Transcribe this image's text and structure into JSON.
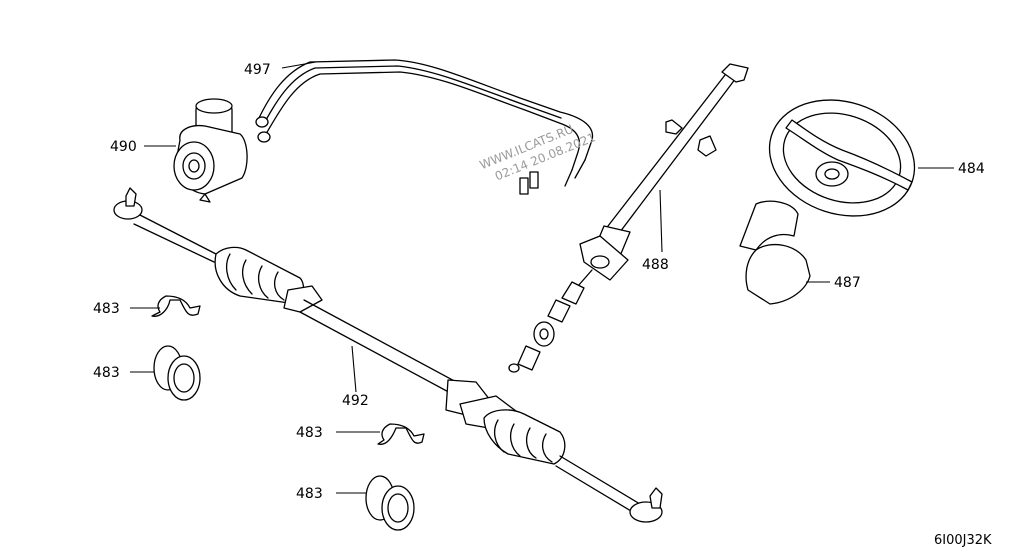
{
  "callouts": {
    "c497": "497",
    "c490": "490",
    "c488": "488",
    "c484": "484",
    "c487": "487",
    "c492": "492",
    "c483a": "483",
    "c483b": "483",
    "c483c": "483",
    "c483d": "483"
  },
  "watermark": {
    "line1": "WWW.ILCATS.RU",
    "line2": "02:14 20.08.2021"
  },
  "diagram_code": "6I00J32K"
}
